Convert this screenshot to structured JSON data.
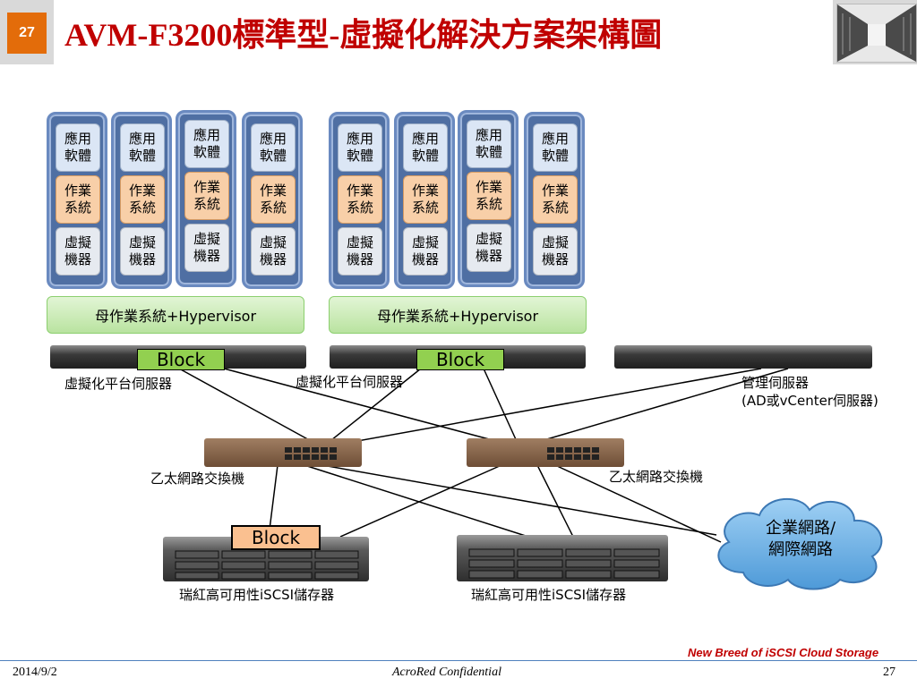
{
  "header": {
    "slide_number": "27",
    "title": "AVM-F3200標準型-虛擬化解決方案架構圖"
  },
  "vm_stack": {
    "app_label": "應用\n軟體",
    "os_label": "作業\n系統",
    "vm_label": "虛擬\n機器"
  },
  "hypervisor_label": "母作業系統+Hypervisor",
  "block_label": "Block",
  "labels": {
    "virt_server_1": "虛擬化平台伺服器",
    "virt_server_2": "虛擬化平台伺服器",
    "mgmt_server_line1": "管理伺服器",
    "mgmt_server_line2": "(AD或vCenter伺服器)",
    "switch_1": "乙太網路交換機",
    "switch_2": "乙太網路交換機",
    "storage_1": "瑞紅高可用性iSCSI儲存器",
    "storage_2": "瑞紅高可用性iSCSI儲存器",
    "cloud_line1": "企業網路/",
    "cloud_line2": "網際網路"
  },
  "footer": {
    "date": "2014/9/2",
    "confidential": "AcroRed Confidential",
    "page": "27",
    "tagline": "New Breed of iSCSI Cloud Storage"
  },
  "colors": {
    "title": "#c00000",
    "slide_badge": "#e36c0a",
    "vm_column": "#4f6fa3",
    "block_fill_green": "#92d050",
    "block_fill_tan": "#fac090"
  }
}
